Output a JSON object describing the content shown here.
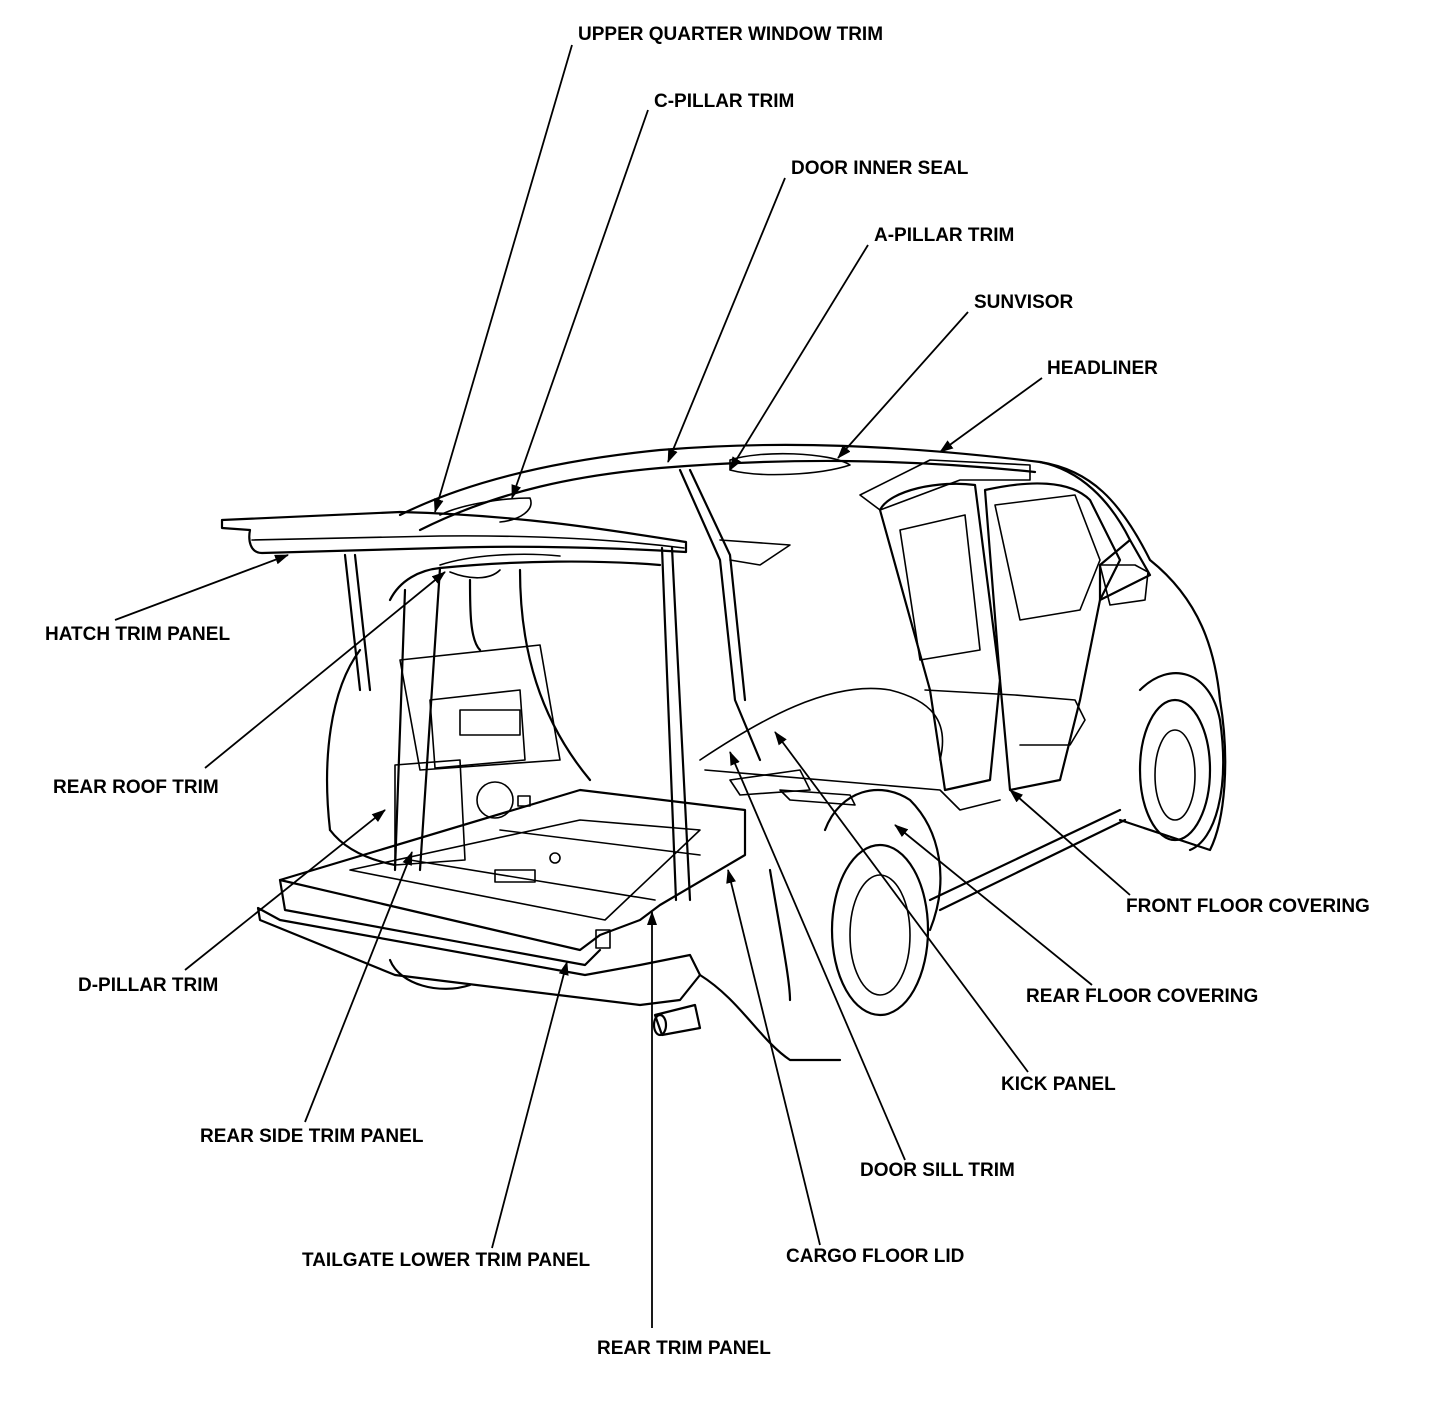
{
  "labels": {
    "upper_quarter_window_trim": "UPPER QUARTER WINDOW TRIM",
    "c_pillar_trim": "C-PILLAR TRIM",
    "door_inner_seal": "DOOR INNER SEAL",
    "a_pillar_trim": "A-PILLAR TRIM",
    "sunvisor": "SUNVISOR",
    "headliner": "HEADLINER",
    "hatch_trim_panel": "HATCH TRIM PANEL",
    "rear_roof_trim": "REAR ROOF TRIM",
    "front_floor_covering": "FRONT FLOOR COVERING",
    "d_pillar_trim": "D-PILLAR TRIM",
    "rear_floor_covering": "REAR FLOOR COVERING",
    "kick_panel": "KICK PANEL",
    "rear_side_trim_panel": "REAR SIDE TRIM PANEL",
    "door_sill_trim": "DOOR SILL TRIM",
    "tailgate_lower_trim_panel": "TAILGATE LOWER TRIM PANEL",
    "cargo_floor_lid": "CARGO FLOOR LID",
    "rear_trim_panel": "REAR TRIM PANEL"
  },
  "colors": {
    "line": "#000000",
    "background": "#ffffff"
  }
}
